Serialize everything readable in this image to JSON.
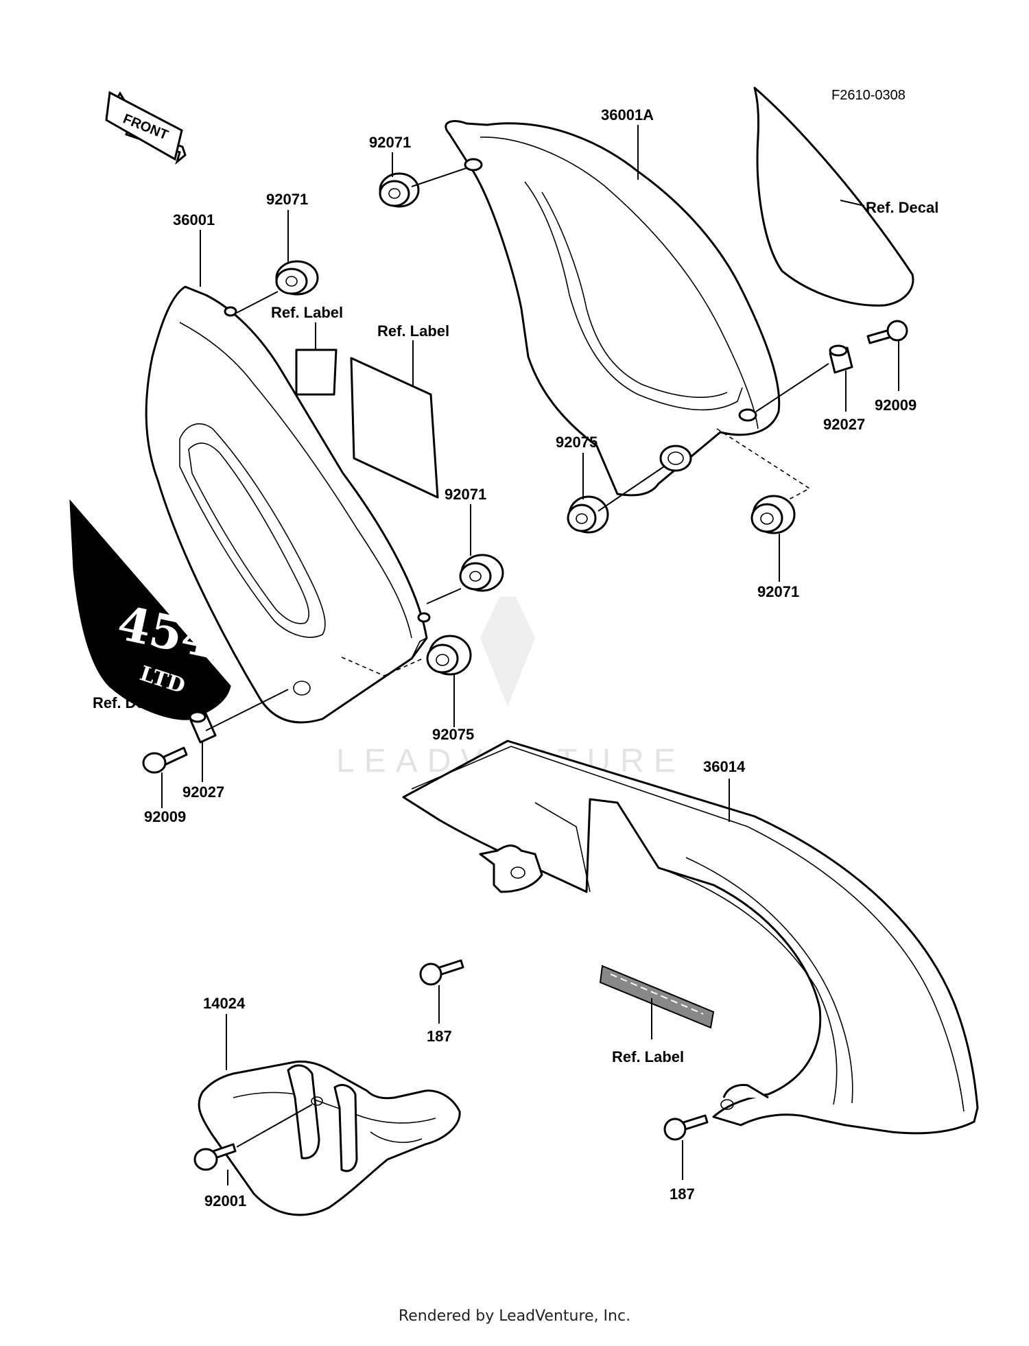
{
  "diagram_code": "F2610-0308",
  "front_arrow": "FRONT",
  "watermark": "LEADVENTURE",
  "decal_text": {
    "number": "454",
    "suffix": "LTD"
  },
  "labels": {
    "p36001": "36001",
    "p36001A": "36001A",
    "p36014": "36014",
    "p14024": "14024",
    "p92071_a": "92071",
    "p92071_b": "92071",
    "p92071_c": "92071",
    "p92071_d": "92071",
    "p92075_a": "92075",
    "p92075_b": "92075",
    "p92027_a": "92027",
    "p92027_b": "92027",
    "p92009_a": "92009",
    "p92009_b": "92009",
    "p92001": "92001",
    "p187_a": "187",
    "p187_b": "187",
    "ref_label_a": "Ref. Label",
    "ref_label_b": "Ref. Label",
    "ref_label_c": "Ref. Label",
    "ref_decal_a": "Ref. Decal",
    "ref_decal_b": "Ref. Decal"
  },
  "footer": "Rendered by LeadVenture, Inc."
}
